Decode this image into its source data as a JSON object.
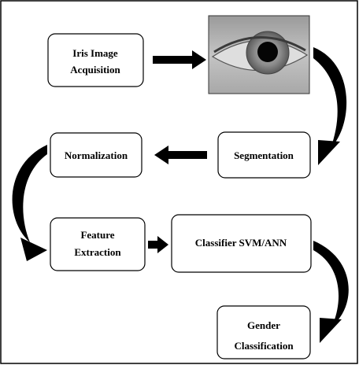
{
  "colors": {
    "stroke": "#000000",
    "arrow": "#000000",
    "background": "#ffffff",
    "eye_sclera": "#d9d9d9",
    "eye_iris": "#8a8a8a",
    "eye_pupil": "#050505"
  },
  "nodes": {
    "iris_acquisition": {
      "line1": "Iris Image",
      "line2": "Acquisition"
    },
    "iris_image": {
      "icon": "eye-photo-icon"
    },
    "segmentation": {
      "label": "Segmentation"
    },
    "normalization": {
      "label": "Normalization"
    },
    "feature_extraction": {
      "line1": "Feature",
      "line2": "Extraction"
    },
    "classifier": {
      "label": "Classifier SVM/ANN"
    },
    "gender_classification": {
      "line1": "Gender",
      "line2": "Classification"
    }
  },
  "edges": [
    {
      "from": "iris_acquisition",
      "to": "iris_image",
      "style": "straight"
    },
    {
      "from": "iris_image",
      "to": "segmentation",
      "style": "curved"
    },
    {
      "from": "segmentation",
      "to": "normalization",
      "style": "straight"
    },
    {
      "from": "normalization",
      "to": "feature_extraction",
      "style": "curved"
    },
    {
      "from": "feature_extraction",
      "to": "classifier",
      "style": "straight"
    },
    {
      "from": "classifier",
      "to": "gender_classification",
      "style": "curved"
    }
  ]
}
